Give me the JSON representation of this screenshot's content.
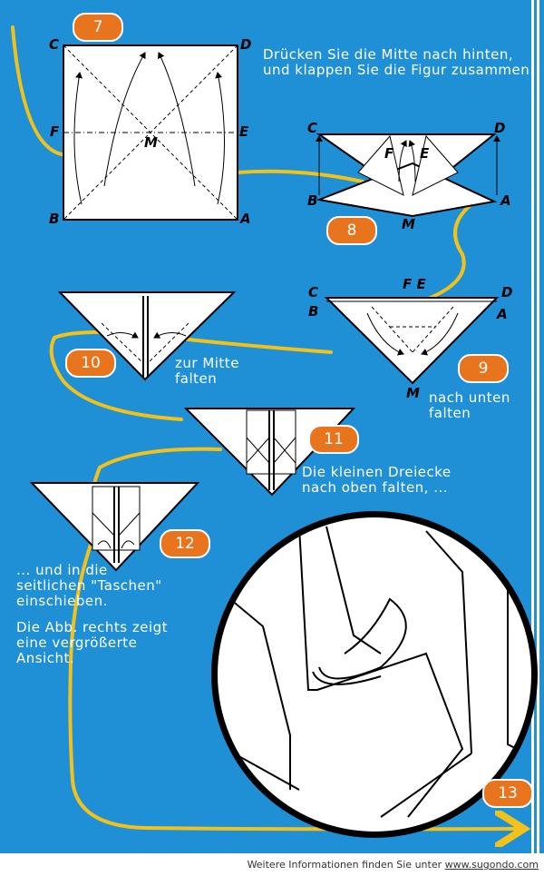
{
  "steps": {
    "s7": "7",
    "s8": "8",
    "s9": "9",
    "s10": "10",
    "s11": "11",
    "s12": "12",
    "s13": "13"
  },
  "labels": {
    "step7": {
      "c": "C",
      "d": "D",
      "f": "F",
      "e": "E",
      "m": "M",
      "b": "B",
      "a": "A"
    },
    "step8": {
      "c": "C",
      "d": "D",
      "f": "F",
      "e": "E",
      "b": "B",
      "a": "A",
      "m": "M"
    },
    "step9": {
      "c": "C",
      "b": "B",
      "fe": "F E",
      "d": "D",
      "a": "A",
      "m": "M"
    }
  },
  "texts": {
    "step7_line1": "Drücken Sie die Mitte nach hinten,",
    "step7_line2": "und klappen Sie die Figur zusammen.",
    "step9_line1": "nach unten",
    "step9_line2": "falten",
    "step10_line1": "zur Mitte",
    "step10_line2": "falten",
    "step11_line1": "Die kleinen Dreiecke",
    "step11_line2": "nach oben falten, ...",
    "step12_line1": "... und in die",
    "step12_line2": "seitlichen \"Taschen\"",
    "step12_line3": "einschieben.",
    "step12_line4": "Die Abb. rechts zeigt",
    "step12_line5": "eine vergrößerte",
    "step12_line6": "Ansicht."
  },
  "footer": {
    "text": "Weitere Informationen finden Sie unter",
    "link": "www.sugondo.com"
  },
  "colors": {
    "background": "#1f8fd6",
    "badge": "#e8741e",
    "path": "#f2c21a"
  }
}
